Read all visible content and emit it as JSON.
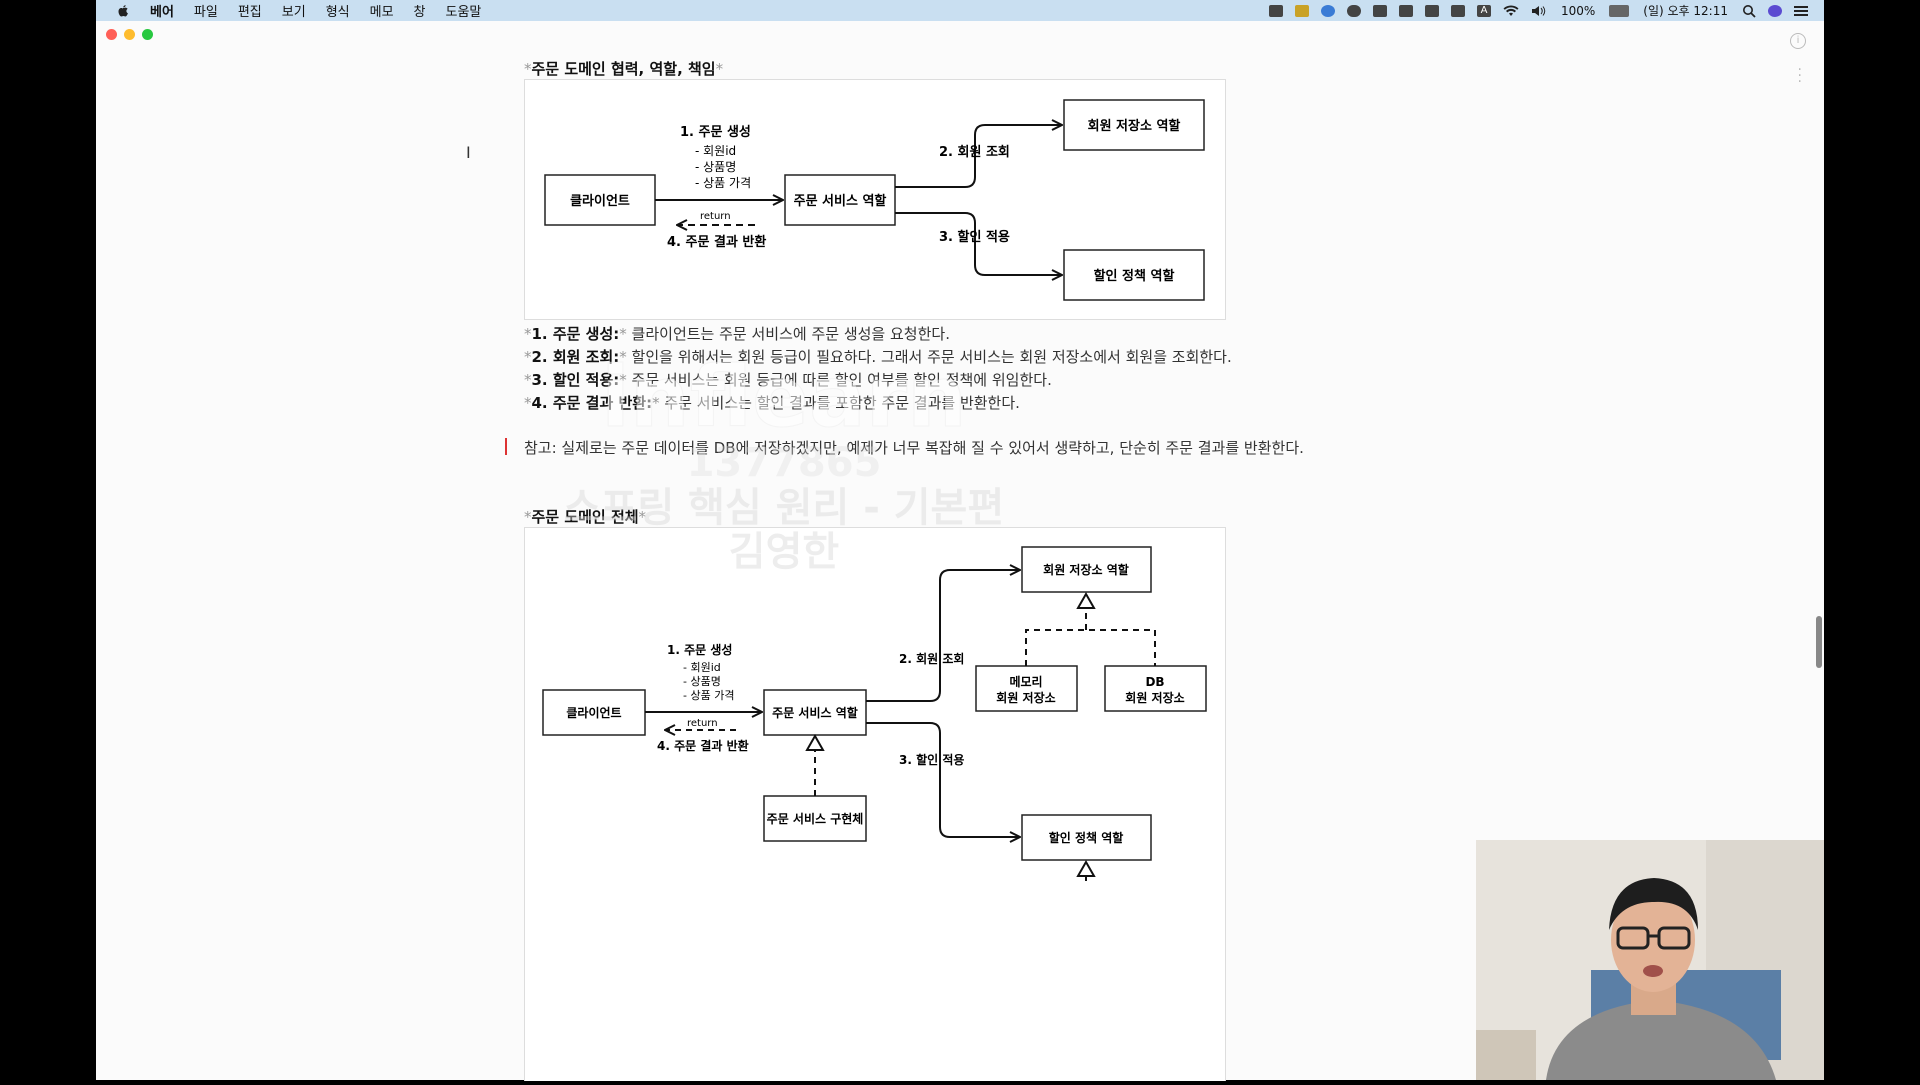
{
  "menubar": {
    "app_name": "베어",
    "items": [
      "파일",
      "편집",
      "보기",
      "형식",
      "메모",
      "창",
      "도움말"
    ],
    "battery": "100%",
    "datetime": "(일) 오후 12:11"
  },
  "section1": {
    "caption": "주문 도메인 협력, 역할, 책임",
    "diagram": {
      "client": "클라이언트",
      "service": "주문 서비스 역할",
      "repo": "회원 저장소 역할",
      "discount": "할인 정책 역할",
      "step1": "1. 주문 생성",
      "step1_items": [
        "- 회원id",
        "- 상품명",
        "- 상품 가격"
      ],
      "return": "return",
      "step4": "4. 주문 결과 반환",
      "step2": "2. 회원 조회",
      "step3": "3. 할인 적용"
    },
    "descriptions": [
      {
        "label": "1. 주문 생성:",
        "text": " 클라이언트는 주문 서비스에 주문 생성을 요청한다."
      },
      {
        "label": "2. 회원 조회:",
        "text": " 할인을 위해서는 회원 등급이 필요하다. 그래서 주문 서비스는 회원 저장소에서 회원을 조회한다."
      },
      {
        "label": "3. 할인 적용:",
        "text": " 주문 서비스는 회원 등급에 따른 할인 여부를 할인 정책에 위임한다."
      },
      {
        "label": "4. 주문 결과 반환:",
        "text": " 주문 서비스는 할인 결과를 포함한 주문 결과를 반환한다."
      }
    ],
    "note": "참고: 실제로는 주문 데이터를 DB에 저장하겠지만, 예제가 너무 복잡해 질 수 있어서 생략하고, 단순히 주문 결과를 반환한다."
  },
  "section2": {
    "caption": "주문 도메인 전체",
    "diagram": {
      "client": "클라이언트",
      "service": "주문 서비스 역할",
      "impl": "주문 서비스 구현체",
      "repo": "회원 저장소 역할",
      "memory1": "메모리",
      "memory2": "회원 저장소",
      "db1": "DB",
      "db2": "회원 저장소",
      "discount": "할인 정책 역할",
      "step1": "1. 주문 생성",
      "step1_items": [
        "- 회원id",
        "- 상품명",
        "- 상품 가격"
      ],
      "return": "return",
      "step4": "4. 주문 결과 반환",
      "step2": "2. 회원 조회",
      "step3": "3. 할인 적용"
    }
  },
  "watermark": {
    "line1": "inflearn",
    "line2": "1377865",
    "line3": "스프링 핵심 원리 - 기본편",
    "line4": "김영한"
  },
  "colors": {
    "menubar_bg": "#c9dff1",
    "window_bg": "#fbfbfb",
    "close": "#ff5f57",
    "minimize": "#febc2e",
    "maximize": "#28c840",
    "note_bar": "#dd3333"
  }
}
